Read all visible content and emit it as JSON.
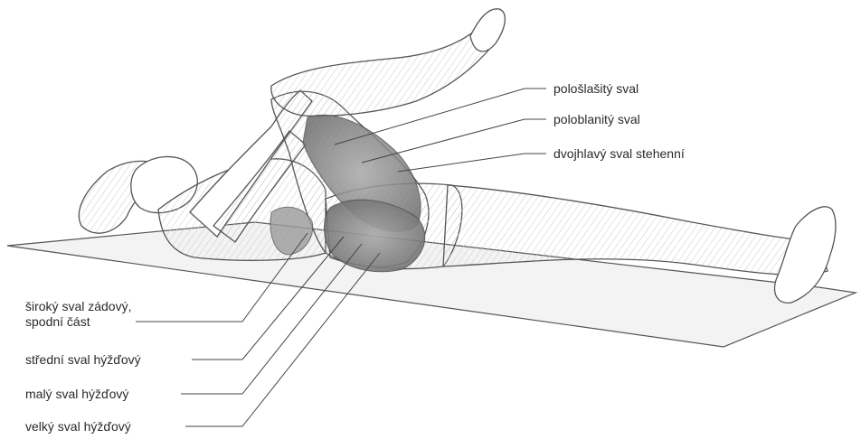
{
  "labels": {
    "semimembranosus_top": "pološlašitý sval",
    "semitendinosus": "poloblanitý sval",
    "biceps_femoris": "dvojhlavý sval stehenní",
    "latissimus_line1": "široký sval zádový,",
    "latissimus_line2": "spodní část",
    "gluteus_medius": "střední sval hýžďový",
    "gluteus_minimus": "malý sval hýžďový",
    "gluteus_maximus": "velký sval hýžďový"
  },
  "colors": {
    "muscle": "#8f8f8f",
    "muscle_dark": "#6f6f6f",
    "outline": "#555555",
    "mat": "#f2f2f2",
    "leader": "#444444"
  }
}
